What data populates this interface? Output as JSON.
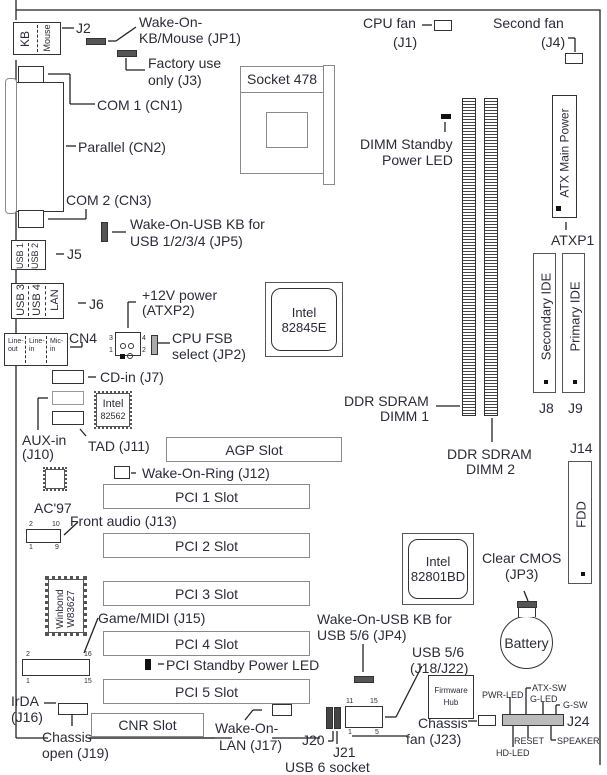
{
  "connectors": {
    "kb": "KB",
    "mouse": "Mouse",
    "j2": "J2",
    "wake_kb_mouse": [
      "Wake-On-",
      "KB/Mouse (JP1)"
    ],
    "factory_use": [
      "Factory use",
      "only (J3)"
    ],
    "com1": "COM 1 (CN1)",
    "parallel": "Parallel (CN2)",
    "com2": "COM 2 (CN3)",
    "wake_usb_kb_1234": [
      "Wake-On-USB KB for",
      "USB 1/2/3/4 (JP5)"
    ],
    "usb1": "USB 1",
    "usb2": "USB 2",
    "j5": "J5",
    "usb3": "USB 3",
    "usb4": "USB 4",
    "lan": "LAN",
    "j6": "J6",
    "line_out": [
      "Line-",
      "out"
    ],
    "line_in": [
      "Line-",
      "in"
    ],
    "mic_in": [
      "Mic-",
      "in"
    ],
    "cn4": "CN4",
    "power_12v": [
      "+12V power",
      "(ATXP2)"
    ],
    "cpu_fsb": [
      "CPU FSB",
      "select (JP2)"
    ],
    "atxp2_pins": [
      "3",
      "4",
      "1",
      "2"
    ],
    "cd_in": "CD-in (J7)",
    "aux_in": [
      "AUX-in",
      "(J10)"
    ],
    "tad": "TAD (J11)",
    "intel_82562": [
      "Intel",
      "82562"
    ],
    "cpu_fan": [
      "CPU fan",
      "(J1)"
    ],
    "second_fan": [
      "Second fan",
      "(J4)"
    ],
    "socket": "Socket 478",
    "dimm_standby_led": [
      "DIMM Standby",
      "Power LED"
    ],
    "atx_main_power": "ATX Main Power",
    "atxp1": "ATXP1",
    "intel_82845e": [
      "Intel",
      "82845E"
    ],
    "secondary_ide": "Secondary IDE",
    "primary_ide": "Primary IDE",
    "j8": "J8",
    "j9": "J9",
    "dimm1": [
      "DDR SDRAM",
      "DIMM 1"
    ],
    "dimm2": [
      "DDR SDRAM",
      "DIMM 2"
    ],
    "j14": "J14",
    "fdd": "FDD",
    "agp_slot": "AGP Slot",
    "wake_on_ring": "Wake-On-Ring (J12)",
    "ac97": "AC'97",
    "front_audio": "Front audio (J13)",
    "front_audio_pins": [
      "2",
      "10",
      "1",
      "9"
    ],
    "pci_slots": [
      "PCI 1 Slot",
      "PCI 2 Slot",
      "PCI 3 Slot",
      "PCI 4 Slot",
      "PCI 5 Slot"
    ],
    "winbond": [
      "Winbond",
      "W83627"
    ],
    "game_midi": "Game/MIDI (J15)",
    "game_pins": [
      "2",
      "16",
      "1",
      "15"
    ],
    "pci_standby_led": "PCI Standby Power LED",
    "intel_82801bd": [
      "Intel",
      "82801BD"
    ],
    "clear_cmos": [
      "Clear CMOS",
      "(JP3)"
    ],
    "wake_usb_kb_56": [
      "Wake-On-USB KB for",
      "USB 5/6 (JP4)"
    ],
    "usb56": [
      "USB 5/6",
      "(J18/J22)"
    ],
    "usb56_pins": [
      "11",
      "15",
      "1",
      "5"
    ],
    "battery": "Battery",
    "firmware_hub": [
      "Firmware",
      "Hub"
    ],
    "irda": [
      "IrDA",
      "(J16)"
    ],
    "chassis_open": [
      "Chassis",
      "open (J19)"
    ],
    "cnr_slot": "CNR Slot",
    "wake_on_lan": [
      "Wake-On-",
      "LAN (J17)"
    ],
    "j20": "J20",
    "j21": "J21",
    "chassis_fan": [
      "Chassis",
      "fan (J23)"
    ],
    "pwr_led": "PWR-LED",
    "atx_sw": "ATX-SW",
    "g_led": "G-LED",
    "g_sw": "G-SW",
    "j24": "J24",
    "reset": "RESET",
    "speaker": "SPEAKER",
    "hd_led": "HD-LED",
    "usb_socket_partial": "USB 6 socket"
  }
}
